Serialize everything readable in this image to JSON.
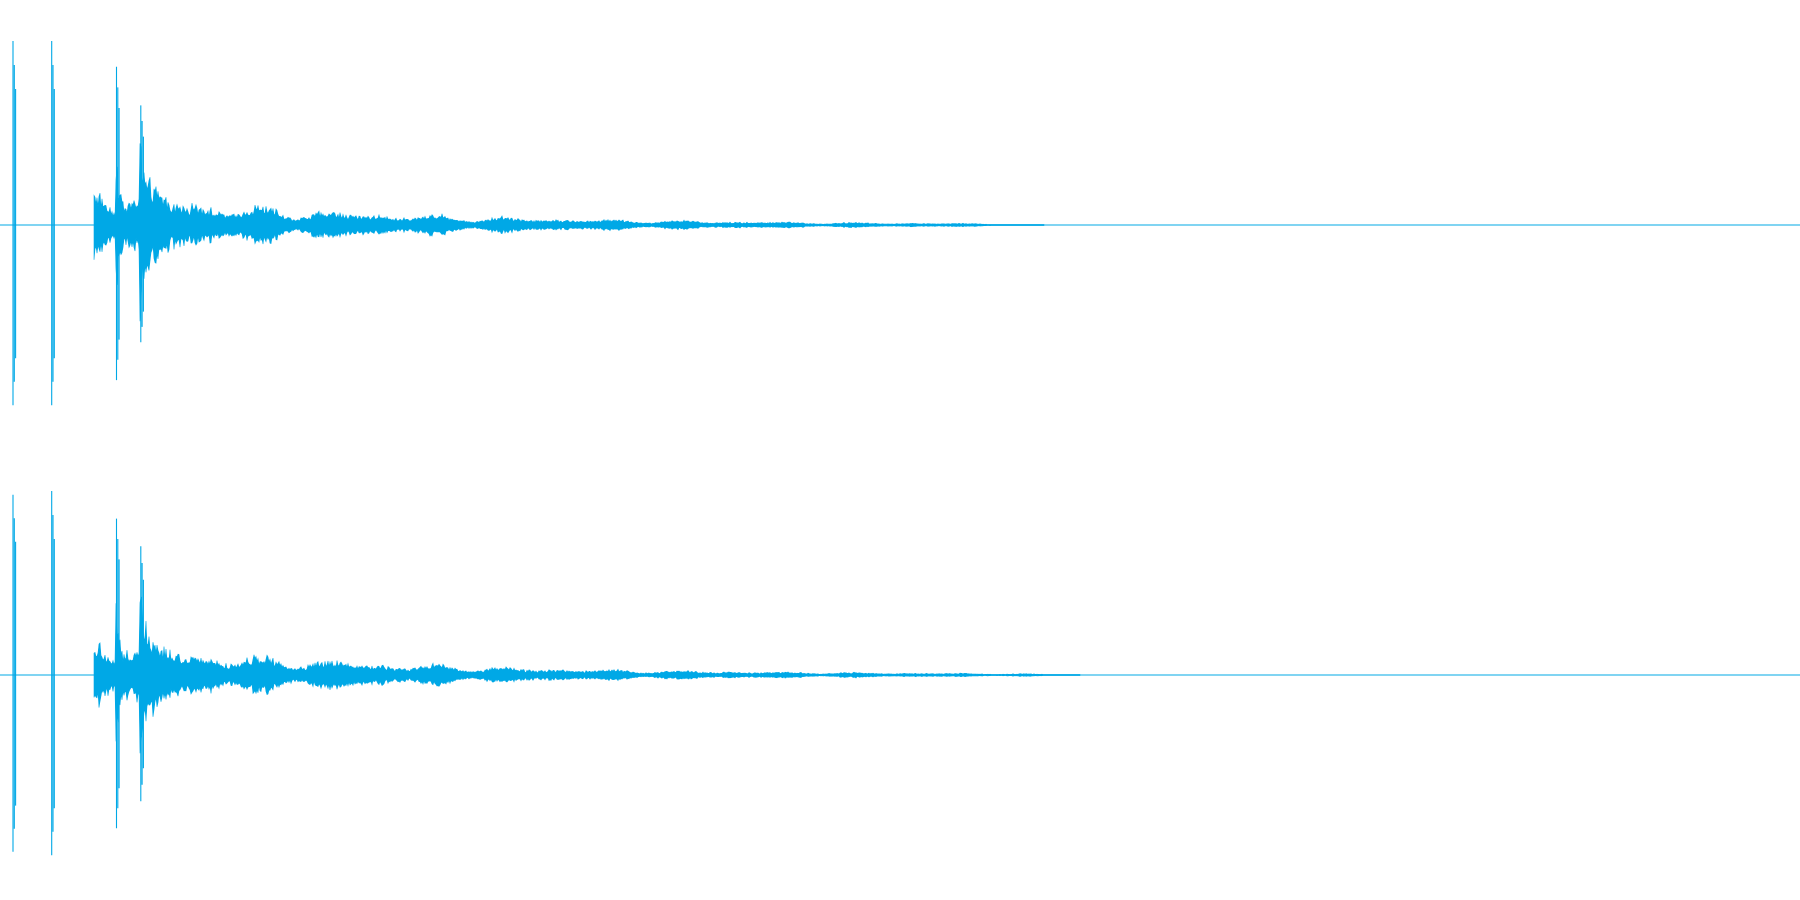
{
  "waveform": {
    "color": "#00a8e6",
    "background": "#ffffff",
    "channels": [
      {
        "name": "",
        "decay_peak": 0.16,
        "bursts": [
          {
            "t": 0.005,
            "amp": 1.0
          },
          {
            "t": 0.0265,
            "amp": 1.0
          },
          {
            "t": 0.0625,
            "amp": 0.86
          },
          {
            "t": 0.076,
            "amp": 0.65
          }
        ],
        "silence_after": 0.58
      },
      {
        "name": "",
        "decay_peak": 0.16,
        "bursts": [
          {
            "t": 0.005,
            "amp": 0.98
          },
          {
            "t": 0.0265,
            "amp": 1.0
          },
          {
            "t": 0.0625,
            "amp": 0.85
          },
          {
            "t": 0.076,
            "amp": 0.7
          }
        ],
        "silence_after": 0.6
      }
    ]
  }
}
